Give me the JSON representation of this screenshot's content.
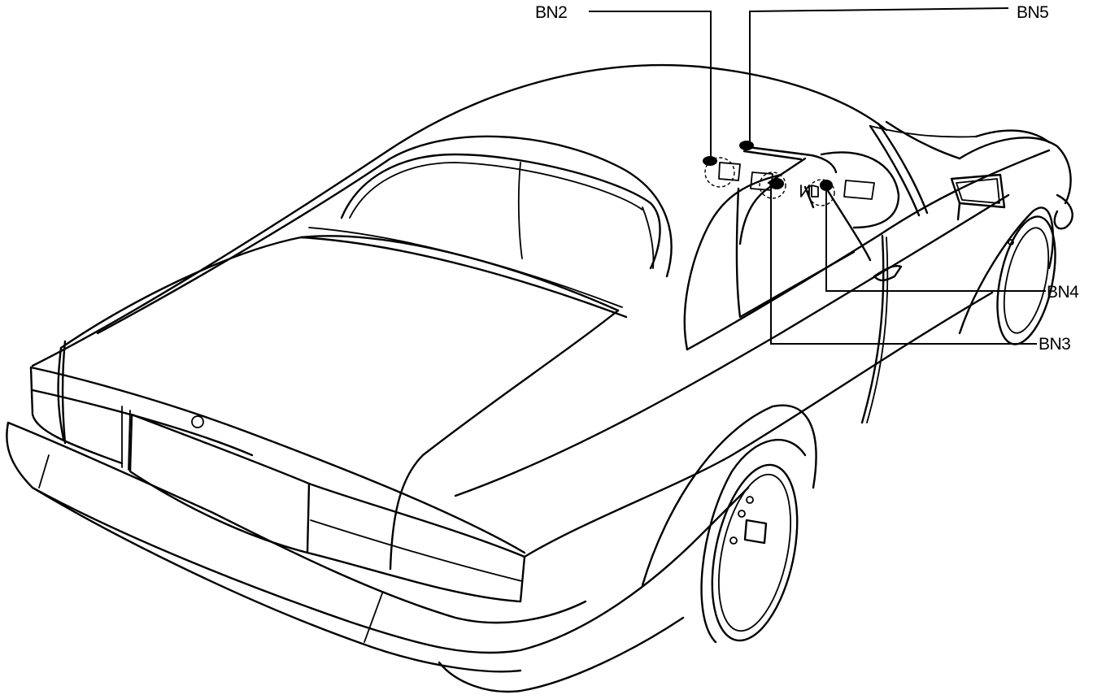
{
  "callouts": [
    {
      "id": "bn2",
      "label": "BN2"
    },
    {
      "id": "bn5",
      "label": "BN5"
    },
    {
      "id": "bn4",
      "label": "BN4"
    },
    {
      "id": "bn3",
      "label": "BN3"
    }
  ]
}
